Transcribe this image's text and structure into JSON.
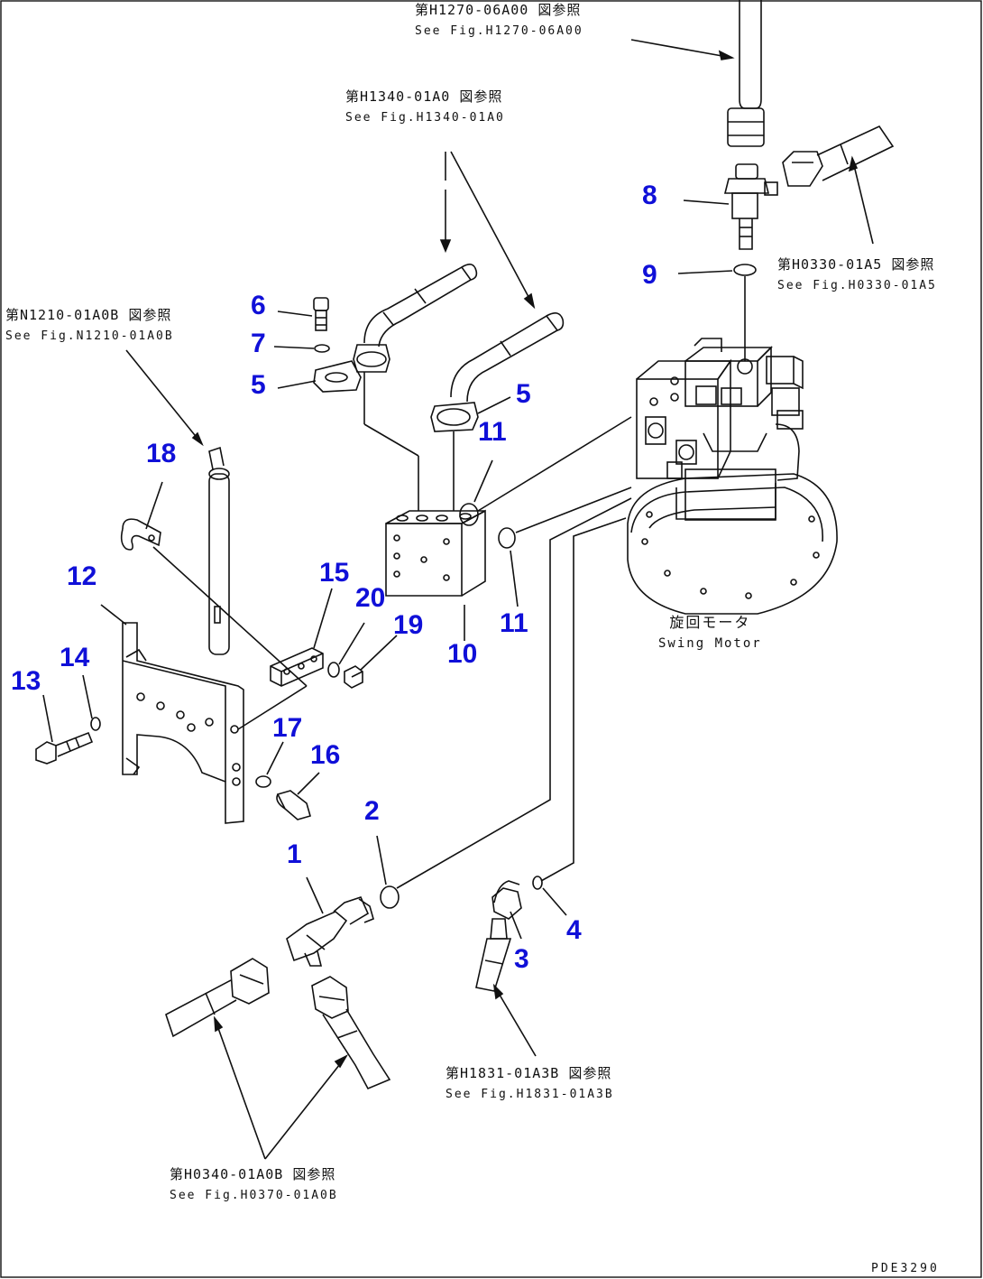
{
  "references": {
    "ref_h1270": {
      "jp": "第H1270-06A00 図参照",
      "en": "See Fig.H1270-06A00"
    },
    "ref_h1340": {
      "jp": "第H1340-01A0 図参照",
      "en": "See Fig.H1340-01A0"
    },
    "ref_h0330": {
      "jp": "第H0330-01A5 図参照",
      "en": "See Fig.H0330-01A5"
    },
    "ref_n1210": {
      "jp": "第N1210-01A0B 図参照",
      "en": "See Fig.N1210-01A0B"
    },
    "ref_h1831": {
      "jp": "第H1831-01A3B 図参照",
      "en": "See Fig.H1831-01A3B"
    },
    "ref_h0340": {
      "jp": "第H0340-01A0B 図参照",
      "en": "See Fig.H0370-01A0B"
    }
  },
  "motor_label": {
    "jp": "旋回モータ",
    "en": "Swing Motor"
  },
  "drawing_code": "PDE3290",
  "callouts": {
    "c1": "1",
    "c2": "2",
    "c3": "3",
    "c4": "4",
    "c5a": "5",
    "c5b": "5",
    "c6": "6",
    "c7": "7",
    "c8": "8",
    "c9": "9",
    "c10": "10",
    "c11a": "11",
    "c11b": "11",
    "c12": "12",
    "c13": "13",
    "c14": "14",
    "c15": "15",
    "c16": "16",
    "c17": "17",
    "c18": "18",
    "c19": "19",
    "c20": "20"
  },
  "colors": {
    "callout": "#1010d8",
    "line": "#111111"
  }
}
